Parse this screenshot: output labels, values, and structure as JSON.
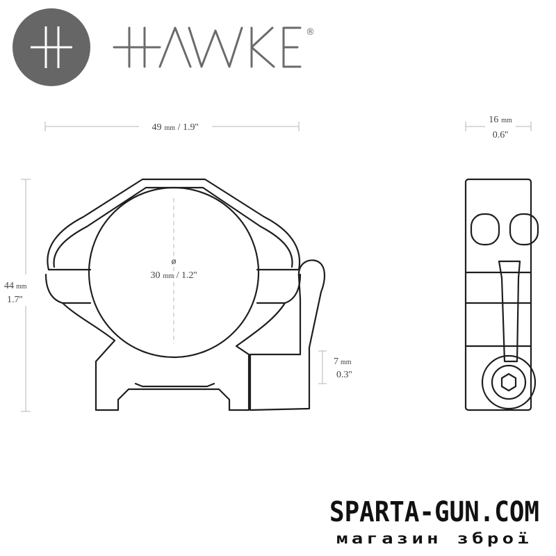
{
  "brand": {
    "logo_mark": "hawke-cross-icon",
    "wordmark": "HAWKE",
    "registered": "®",
    "colors": {
      "logo_circle": "#666666",
      "logo_text": "#6b6b6b"
    }
  },
  "dimensions": {
    "width": {
      "metric": "49",
      "metric_unit": "mm",
      "sep": " / ",
      "imperial": "1.9''"
    },
    "depth": {
      "metric": "16",
      "metric_unit": "mm",
      "imperial": "0.6''"
    },
    "height": {
      "metric": "44",
      "metric_unit": "mm",
      "imperial": "1.7''"
    },
    "diameter": {
      "symbol": "ø",
      "metric": "30",
      "metric_unit": "mm",
      "sep": " / ",
      "imperial": "1.2''"
    },
    "base": {
      "metric": "7",
      "metric_unit": "mm",
      "imperial": "0.3''"
    }
  },
  "shop": {
    "name": "SPARTA-GUN.COM",
    "tagline": "магазин зброї"
  },
  "colors": {
    "line": "#1e1e1e",
    "dimension": "#b5b5b5",
    "text": "#444444"
  }
}
